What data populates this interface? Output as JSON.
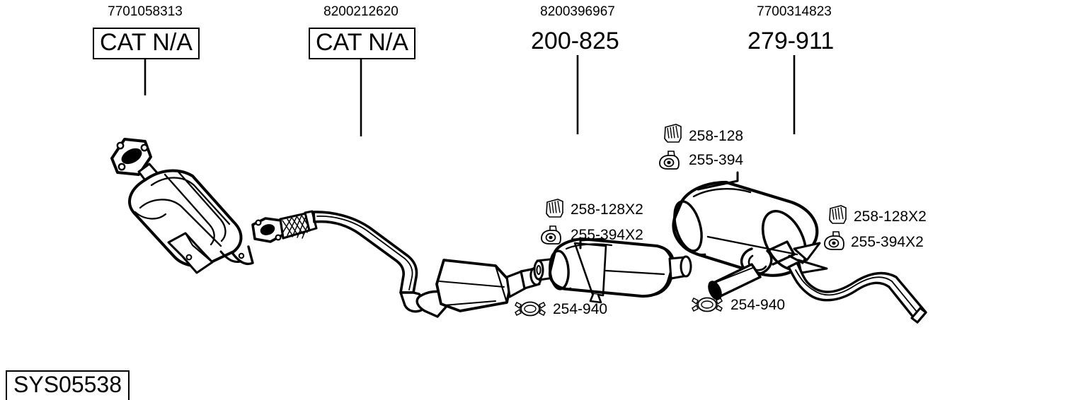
{
  "system": {
    "id_label": "SYS05538"
  },
  "parts": [
    {
      "ref": "7701058313",
      "code": "CAT N/A",
      "boxed": true,
      "name": "catalytic-converter-front"
    },
    {
      "ref": "8200212620",
      "code": "CAT N/A",
      "boxed": true,
      "name": "catalytic-converter-second"
    },
    {
      "ref": "8200396967",
      "code": "200-825",
      "boxed": false,
      "name": "centre-silencer"
    },
    {
      "ref": "7700314823",
      "code": "279-911",
      "boxed": false,
      "name": "rear-silencer"
    }
  ],
  "accessories": [
    {
      "icon": "exhaust-hanger-bracket-icon",
      "label": "258-128",
      "name": "accessory-hanger-258-128"
    },
    {
      "icon": "rubber-mount-grommet-icon",
      "label": "255-394",
      "name": "accessory-mount-255-394"
    },
    {
      "icon": "exhaust-hanger-bracket-icon",
      "label": "258-128X2",
      "name": "accessory-hanger-258-128x2-centre"
    },
    {
      "icon": "rubber-mount-grommet-icon",
      "label": "255-394X2",
      "name": "accessory-mount-255-394x2-centre"
    },
    {
      "icon": "exhaust-hanger-bracket-icon",
      "label": "258-128X2",
      "name": "accessory-hanger-258-128x2-rear"
    },
    {
      "icon": "rubber-mount-grommet-icon",
      "label": "255-394X2",
      "name": "accessory-mount-255-394x2-rear"
    },
    {
      "icon": "pipe-clamp-icon",
      "label": "254-940",
      "name": "accessory-clamp-254-940-centre"
    },
    {
      "icon": "pipe-clamp-icon",
      "label": "254-940",
      "name": "accessory-clamp-254-940-rear"
    }
  ],
  "colors": {
    "line": "#000000",
    "background": "#ffffff"
  }
}
